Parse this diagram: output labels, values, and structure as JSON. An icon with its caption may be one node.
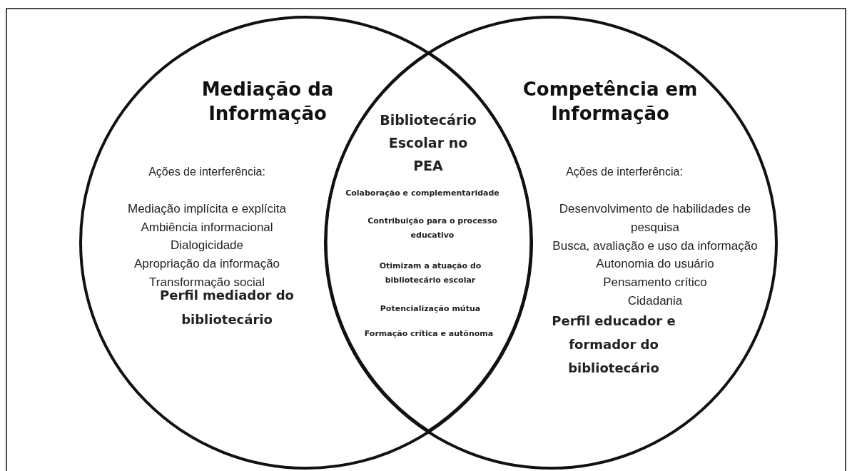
{
  "diagram": {
    "nodes": [
      {
        "text": [
          "Mediação da Informação",
          "Ações de interferência:",
          "Mediação implícita e explícita",
          "Ambiência informacional",
          "Dialogicidade",
          "Apropriação da informação",
          "Transformação social",
          "Perfil mediador do bibliotecário"
        ]
      },
      {
        "text": [
          "Competência em Informação",
          "Ações de interferência:",
          "Desenvolvimento de habilidades de pesquisa",
          "Busca, avaliação e uso da informação",
          "Autonomia do usuário",
          "Pensamento crítico",
          "Cidadania",
          "Perfil educador e formador do bibliotecário"
        ]
      },
      {
        "text": [
          "Bibliotecário Escolar no PEA",
          "Colaboração e complementaridade",
          "Contribuição para o processo educativo",
          "Otimizam a atuação do bibliotecário escolar",
          "Potencialização mútua",
          "Formação crítica e autônoma"
        ]
      }
    ]
  }
}
